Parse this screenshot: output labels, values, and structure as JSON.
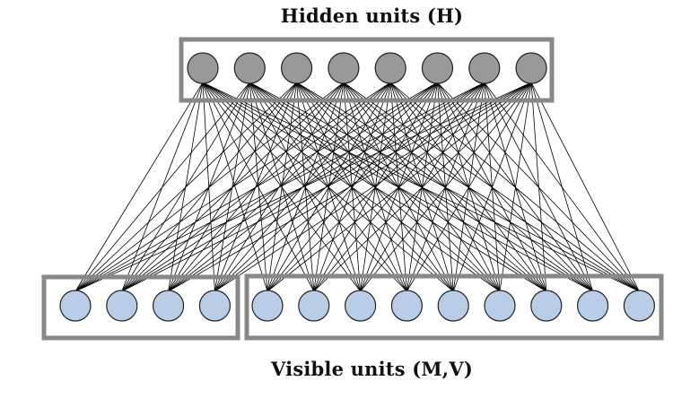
{
  "labels": {
    "hidden_title": "Hidden units (H)",
    "visible_title": "Visible units (M,V)"
  },
  "network": {
    "hidden_units": 8,
    "visible_groups": [
      {
        "name": "M",
        "units": 4
      },
      {
        "name": "V",
        "units": 9
      }
    ],
    "connectivity": "fully-connected"
  },
  "colors": {
    "hidden_fill": "#999999",
    "visible_fill": "#b9cde6",
    "node_stroke": "#222222",
    "box_stroke": "#888888",
    "edge": "#000000"
  }
}
